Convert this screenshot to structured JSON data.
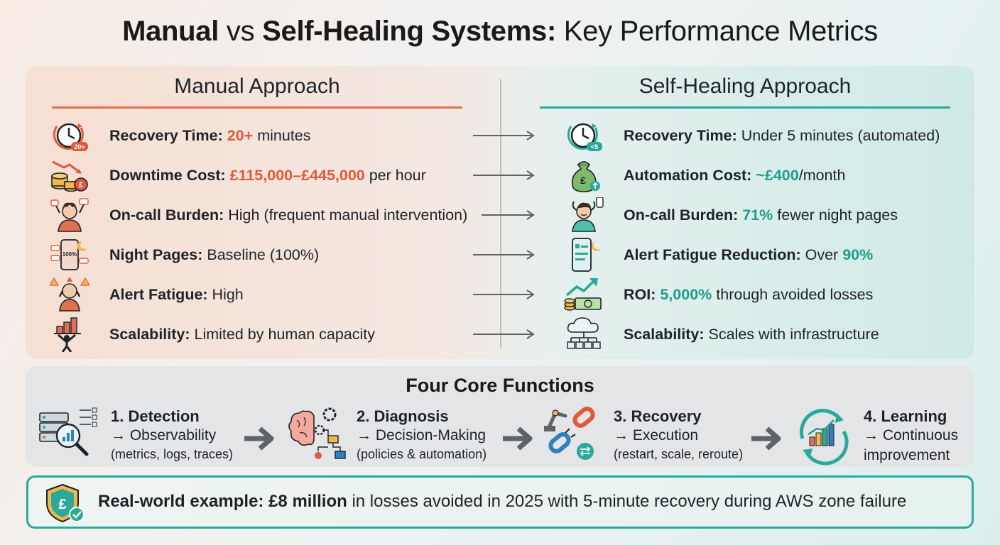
{
  "title": {
    "part1": "Manual",
    "part2": "vs",
    "part3": "Self-Healing Systems:",
    "part4": "Key Performance Metrics"
  },
  "manual": {
    "heading": "Manual Approach",
    "rows": [
      {
        "label": "Recovery Time:",
        "highlight": "20+",
        "rest": " minutes",
        "icon": "clock-20-plus-icon",
        "badge": "20+"
      },
      {
        "label": "Downtime Cost:",
        "highlight": "£115,000–£445,000",
        "rest": " per hour",
        "icon": "falling-coins-icon",
        "badge": "£"
      },
      {
        "label": "On-call Burden:",
        "highlight": "",
        "rest": " High (frequent manual intervention)",
        "icon": "stressed-engineer-icon"
      },
      {
        "label": "Night Pages:",
        "highlight": "",
        "rest": " Baseline (100%)",
        "icon": "phone-alerts-icon",
        "badge": "100%"
      },
      {
        "label": "Alert Fatigue:",
        "highlight": "",
        "rest": " High",
        "icon": "alert-fatigue-person-icon"
      },
      {
        "label": "Scalability:",
        "highlight": "",
        "rest": " Limited by human capacity",
        "icon": "person-lifting-chart-icon"
      }
    ]
  },
  "selfhealing": {
    "heading": "Self-Healing Approach",
    "rows": [
      {
        "label": "Recovery Time:",
        "pre": " Under 5 minutes (automated)",
        "highlight": "",
        "post": "",
        "icon": "clock-under-5-icon",
        "badge": "<5"
      },
      {
        "label": "Automation Cost:",
        "pre": " ",
        "highlight": "~£400",
        "post": "/month",
        "icon": "money-bag-icon",
        "badge": "£"
      },
      {
        "label": "On-call Burden:",
        "pre": " ",
        "highlight": "71%",
        "post": " fewer night pages",
        "icon": "relaxed-engineer-icon"
      },
      {
        "label": "Alert Fatigue Reduction:",
        "pre": " Over ",
        "highlight": "90%",
        "post": "",
        "icon": "quiet-phone-icon"
      },
      {
        "label": "ROI:",
        "pre": " ",
        "highlight": "5,000%",
        "post": " through avoided losses",
        "icon": "growth-money-icon"
      },
      {
        "label": "Scalability:",
        "pre": " Scales with infrastructure",
        "highlight": "",
        "post": "",
        "icon": "cloud-network-icon"
      }
    ]
  },
  "core": {
    "title": "Four Core Functions",
    "functions": [
      {
        "title": "1. Detection",
        "sub": "→ Observability",
        "detail": "(metrics, logs, traces)",
        "icon": "server-magnifier-icon"
      },
      {
        "title": "2. Diagnosis",
        "sub": "→ Decision-Making",
        "detail": "(policies & automation)",
        "icon": "brain-gears-icon"
      },
      {
        "title": "3. Recovery",
        "sub": "→ Execution",
        "detail": "(restart, scale, reroute)",
        "icon": "robot-arm-chain-icon"
      },
      {
        "title": "4. Learning",
        "sub": "→ Continuous",
        "detail": "improvement",
        "icon": "cycle-chart-icon"
      }
    ]
  },
  "banner": {
    "label": "Real-world example:",
    "amount": "£8 million",
    "rest": " in losses avoided in 2025 with 5-minute recovery during AWS zone failure",
    "icon": "pound-shield-check-icon",
    "badge": "£"
  },
  "colors": {
    "manual_accent": "#e0704f",
    "self_accent": "#2aa99a",
    "highlight_red": "#e0593a",
    "highlight_teal": "#1f9e8c"
  }
}
